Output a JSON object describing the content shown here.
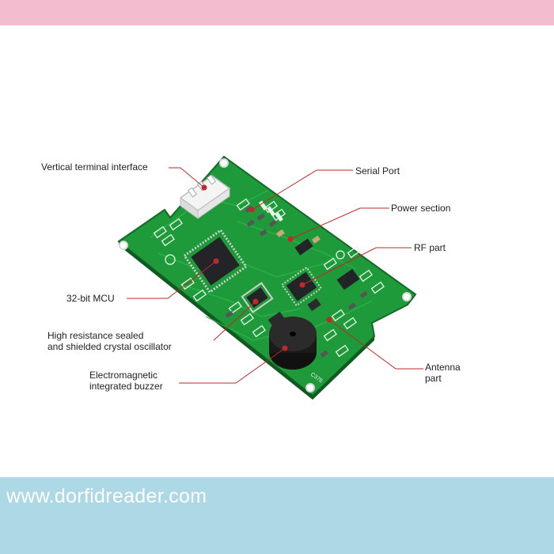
{
  "colors": {
    "top_band": "#f4bdcf",
    "bottom_band": "#add8e6",
    "pcb_green": "#1f9a3a",
    "pcb_dark": "#157a2c",
    "callout_red": "#c0282a",
    "chip_dark": "#222428"
  },
  "website": "www.dorfidreader.com",
  "labels": {
    "vertical_terminal": "Vertical terminal interface",
    "serial_port": "Serial Port",
    "power_section": "Power section",
    "rf_part": "RF part",
    "mcu": "32-bit MCU",
    "crystal_line1": "High resistance sealed",
    "crystal_line2": "and shielded crystal oscillator",
    "buzzer_line1": "Electromagnetic",
    "buzzer_line2": "integrated buzzer",
    "antenna_line1": "Antenna",
    "antenna_line2": "part"
  },
  "icons": {
    "board": "rfid-module-pcb-image",
    "buzzer": "buzzer-icon",
    "connector": "terminal-connector-icon"
  }
}
